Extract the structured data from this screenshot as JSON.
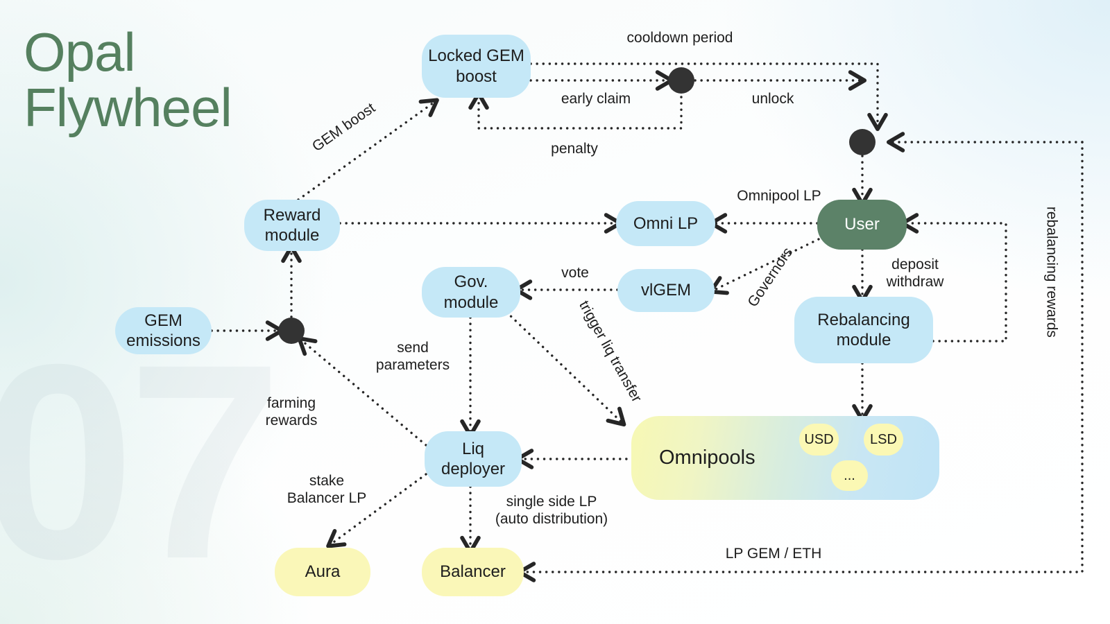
{
  "title": "Opal\nFlywheel",
  "watermark": "07",
  "colors": {
    "node_blue": "#c5e8f7",
    "node_yellow": "#faf7b8",
    "node_green": "#5c8268",
    "title_green": "#55805f",
    "wire": "#262626",
    "junction": "#333333"
  },
  "nodes": {
    "locked_gem_boost": "Locked GEM\nboost",
    "reward_module": "Reward\nmodule",
    "gem_emissions": "GEM\nemissions",
    "gov_module": "Gov.\nmodule",
    "omni_lp": "Omni LP",
    "vlgem": "vlGEM",
    "user": "User",
    "rebalancing_module": "Rebalancing\nmodule",
    "liq_deployer": "Liq\ndeployer",
    "omnipools": "Omnipools",
    "aura": "Aura",
    "balancer": "Balancer"
  },
  "pool_chips": [
    "USD",
    "LSD",
    "..."
  ],
  "edge_labels": {
    "cooldown_period": "cooldown period",
    "early_claim": "early claim",
    "unlock": "unlock",
    "penalty": "penalty",
    "gem_boost": "GEM boost",
    "omnipool_lp": "Omnipool LP",
    "governors": "Governors",
    "deposit_withdraw": "deposit\nwithdraw",
    "rebalancing_rewards": "rebalancing rewards",
    "vote": "vote",
    "send_parameters": "send\nparameters",
    "trigger_liq_transfer": "trigger liq transfer",
    "farming_rewards": "farming\nrewards",
    "stake_balancer_lp": "stake\nBalancer LP",
    "single_side_lp": "single side LP\n(auto distribution)",
    "lp_gem_eth": "LP GEM / ETH"
  }
}
